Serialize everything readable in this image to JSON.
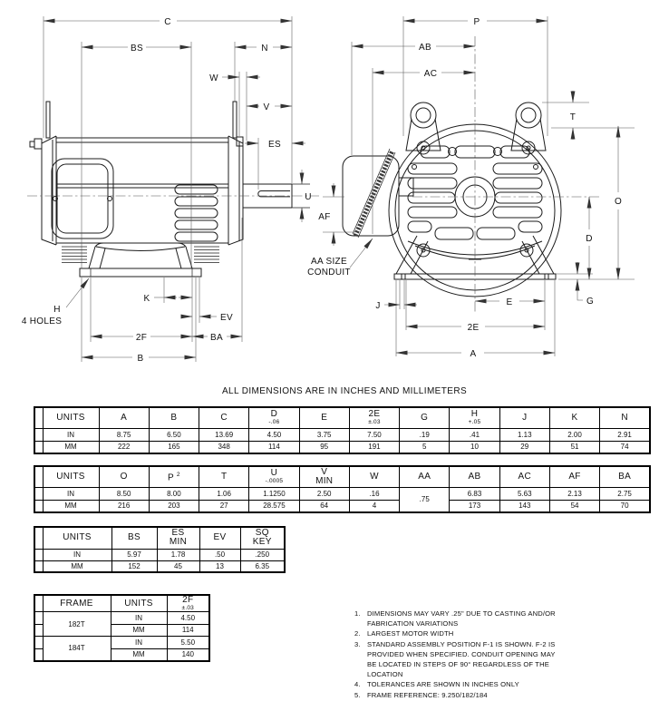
{
  "title": "ALL DIMENSIONS ARE IN INCHES AND MILLIMETERS",
  "labels": {
    "c": "C",
    "bs": "BS",
    "n": "N",
    "w": "W",
    "v": "V",
    "es": "ES",
    "u": "U",
    "h": "H",
    "holes": "4 HOLES",
    "k": "K",
    "ev": "EV",
    "f2": "2F",
    "ba": "BA",
    "b": "B",
    "p": "P",
    "ab": "AB",
    "ac": "AC",
    "t": "T",
    "o": "O",
    "d": "D",
    "g": "G",
    "af": "AF",
    "aa1": "AA SIZE",
    "aa2": "CONDUIT",
    "j": "J",
    "e": "E",
    "e2": "2E",
    "a": "A"
  },
  "t1": {
    "h": [
      {
        "l": "UNITS"
      },
      {
        "l": "A"
      },
      {
        "l": "B"
      },
      {
        "l": "C"
      },
      {
        "l": "D",
        "t": "-.06"
      },
      {
        "l": "E"
      },
      {
        "l": "2E",
        "t": "±.03"
      },
      {
        "l": "G"
      },
      {
        "l": "H",
        "t": "+.05"
      },
      {
        "l": "J"
      },
      {
        "l": "K"
      },
      {
        "l": "N"
      }
    ],
    "in": [
      "IN",
      "8.75",
      "6.50",
      "13.69",
      "4.50",
      "3.75",
      "7.50",
      ".19",
      ".41",
      "1.13",
      "2.00",
      "2.91"
    ],
    "mm": [
      "MM",
      "222",
      "165",
      "348",
      "114",
      "95",
      "191",
      "5",
      "10",
      "29",
      "51",
      "74"
    ]
  },
  "t2": {
    "h": [
      {
        "l": "UNITS"
      },
      {
        "l": "O"
      },
      {
        "l": "P",
        "s": "2"
      },
      {
        "l": "T"
      },
      {
        "l": "U",
        "t": "-.0005"
      },
      {
        "l": "V",
        "b": "MIN"
      },
      {
        "l": "W"
      },
      {
        "l": "AA"
      },
      {
        "l": "AB"
      },
      {
        "l": "AC"
      },
      {
        "l": "AF"
      },
      {
        "l": "BA"
      }
    ],
    "in": [
      "IN",
      "8.50",
      "8.00",
      "1.06",
      "1.1250",
      "2.50",
      ".16"
    ],
    "aa": ".75",
    "in2": [
      "6.83",
      "5.63",
      "2.13",
      "2.75"
    ],
    "mm": [
      "MM",
      "216",
      "203",
      "27",
      "28.575",
      "64",
      "4"
    ],
    "mm2": [
      "173",
      "143",
      "54",
      "70"
    ]
  },
  "t3": {
    "h": [
      {
        "l": "UNITS"
      },
      {
        "l": "BS"
      },
      {
        "l": "ES",
        "b": "MIN"
      },
      {
        "l": "EV"
      },
      {
        "l": "SQ",
        "b": "KEY"
      }
    ],
    "in": [
      "IN",
      "5.97",
      "1.78",
      ".50",
      ".250"
    ],
    "mm": [
      "MM",
      "152",
      "45",
      "13",
      "6.35"
    ]
  },
  "t4": {
    "h": {
      "frame": "FRAME",
      "units": "UNITS",
      "f2": "2F",
      "tol": "±.03"
    },
    "groups": [
      {
        "frame": "182T",
        "rows": [
          [
            "IN",
            "4.50"
          ],
          [
            "MM",
            "114"
          ]
        ]
      },
      {
        "frame": "184T",
        "rows": [
          [
            "IN",
            "5.50"
          ],
          [
            "MM",
            "140"
          ]
        ]
      }
    ]
  },
  "notes": [
    {
      "n": "1.",
      "lines": [
        "DIMENSIONS MAY VARY .25\" DUE TO CASTING AND/OR",
        "FABRICATION VARIATIONS"
      ]
    },
    {
      "n": "2.",
      "lines": [
        "LARGEST MOTOR WIDTH"
      ]
    },
    {
      "n": "3.",
      "lines": [
        "STANDARD ASSEMBLY POSITION F-1 IS SHOWN.  F-2 IS",
        "PROVIDED WHEN SPECIFIED.  CONDUIT OPENING MAY",
        "BE LOCATED IN STEPS OF 90° REGARDLESS OF THE",
        "LOCATION"
      ]
    },
    {
      "n": "4.",
      "lines": [
        "TOLERANCES ARE SHOWN IN INCHES ONLY"
      ]
    },
    {
      "n": "5.",
      "lines": [
        "FRAME REFERENCE: 9.250/182/184"
      ]
    }
  ]
}
